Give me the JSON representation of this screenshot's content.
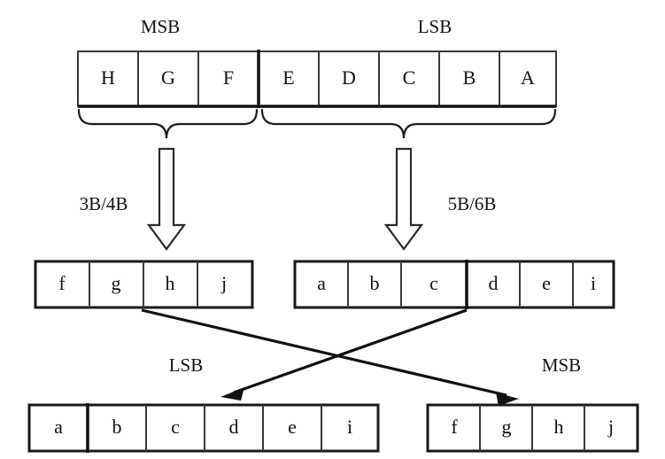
{
  "figure": {
    "title": "8B/10B encoding byte split and sub-block swap diagram",
    "colors": {
      "background": "#ffffff",
      "box_stroke": "#3a3a3a",
      "heavy_stroke": "#111111",
      "text": "#10131c"
    }
  },
  "top_row": {
    "name": "input-byte",
    "msb_label": "MSB",
    "lsb_label": "LSB",
    "cells": [
      "H",
      "G",
      "F",
      "E",
      "D",
      "C",
      "B",
      "A"
    ],
    "msb_group": [
      "H",
      "G",
      "F"
    ],
    "lsb_group": [
      "E",
      "D",
      "C",
      "B",
      "A"
    ]
  },
  "encoders": {
    "left_label": "3B/4B",
    "right_label": "5B/6B"
  },
  "middle_left_row": {
    "name": "four-bit-sub-block",
    "cells": [
      "f",
      "g",
      "h",
      "j"
    ]
  },
  "middle_right_row": {
    "name": "six-bit-sub-block",
    "cells": [
      "a",
      "b",
      "c",
      "d",
      "e",
      "i"
    ]
  },
  "crossover": {
    "left_label": "LSB",
    "right_label": "MSB"
  },
  "bottom_left_row": {
    "name": "output-lsb-sub-block",
    "cells": [
      "a",
      "b",
      "c",
      "d",
      "e",
      "i"
    ]
  },
  "bottom_right_row": {
    "name": "output-msb-sub-block",
    "cells": [
      "f",
      "g",
      "h",
      "j"
    ]
  }
}
